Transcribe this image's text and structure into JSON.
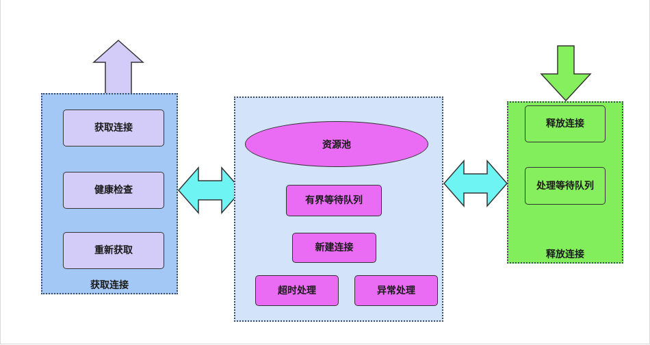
{
  "colors": {
    "left_group": "#a4c8f6",
    "middle_group": "#d2e3fa",
    "right_group": "#82ee5c",
    "left_boxes": "#d4ccf8",
    "middle_boxes": "#ea6cf4",
    "right_boxes": "#86ef5e",
    "up_arrow": "#d4ccf8",
    "down_arrow": "#86ef5e",
    "connector_arrows": "#6ff4f4"
  },
  "left_group": {
    "label": "获取连接",
    "items": [
      "获取连接",
      "健康检查",
      "重新获取"
    ]
  },
  "middle_group": {
    "pool": "资源池",
    "items": [
      "有界等待队列",
      "新建连接"
    ],
    "bottom_items": [
      "超时处理",
      "异常处理"
    ]
  },
  "right_group": {
    "label": "释放连接",
    "items": [
      "释放连接",
      "处理等待队列"
    ]
  },
  "icons": {
    "up_arrow": "block-arrow-up",
    "down_arrow": "block-arrow-down",
    "left_connector": "double-arrow-horizontal",
    "right_connector": "double-arrow-horizontal"
  }
}
